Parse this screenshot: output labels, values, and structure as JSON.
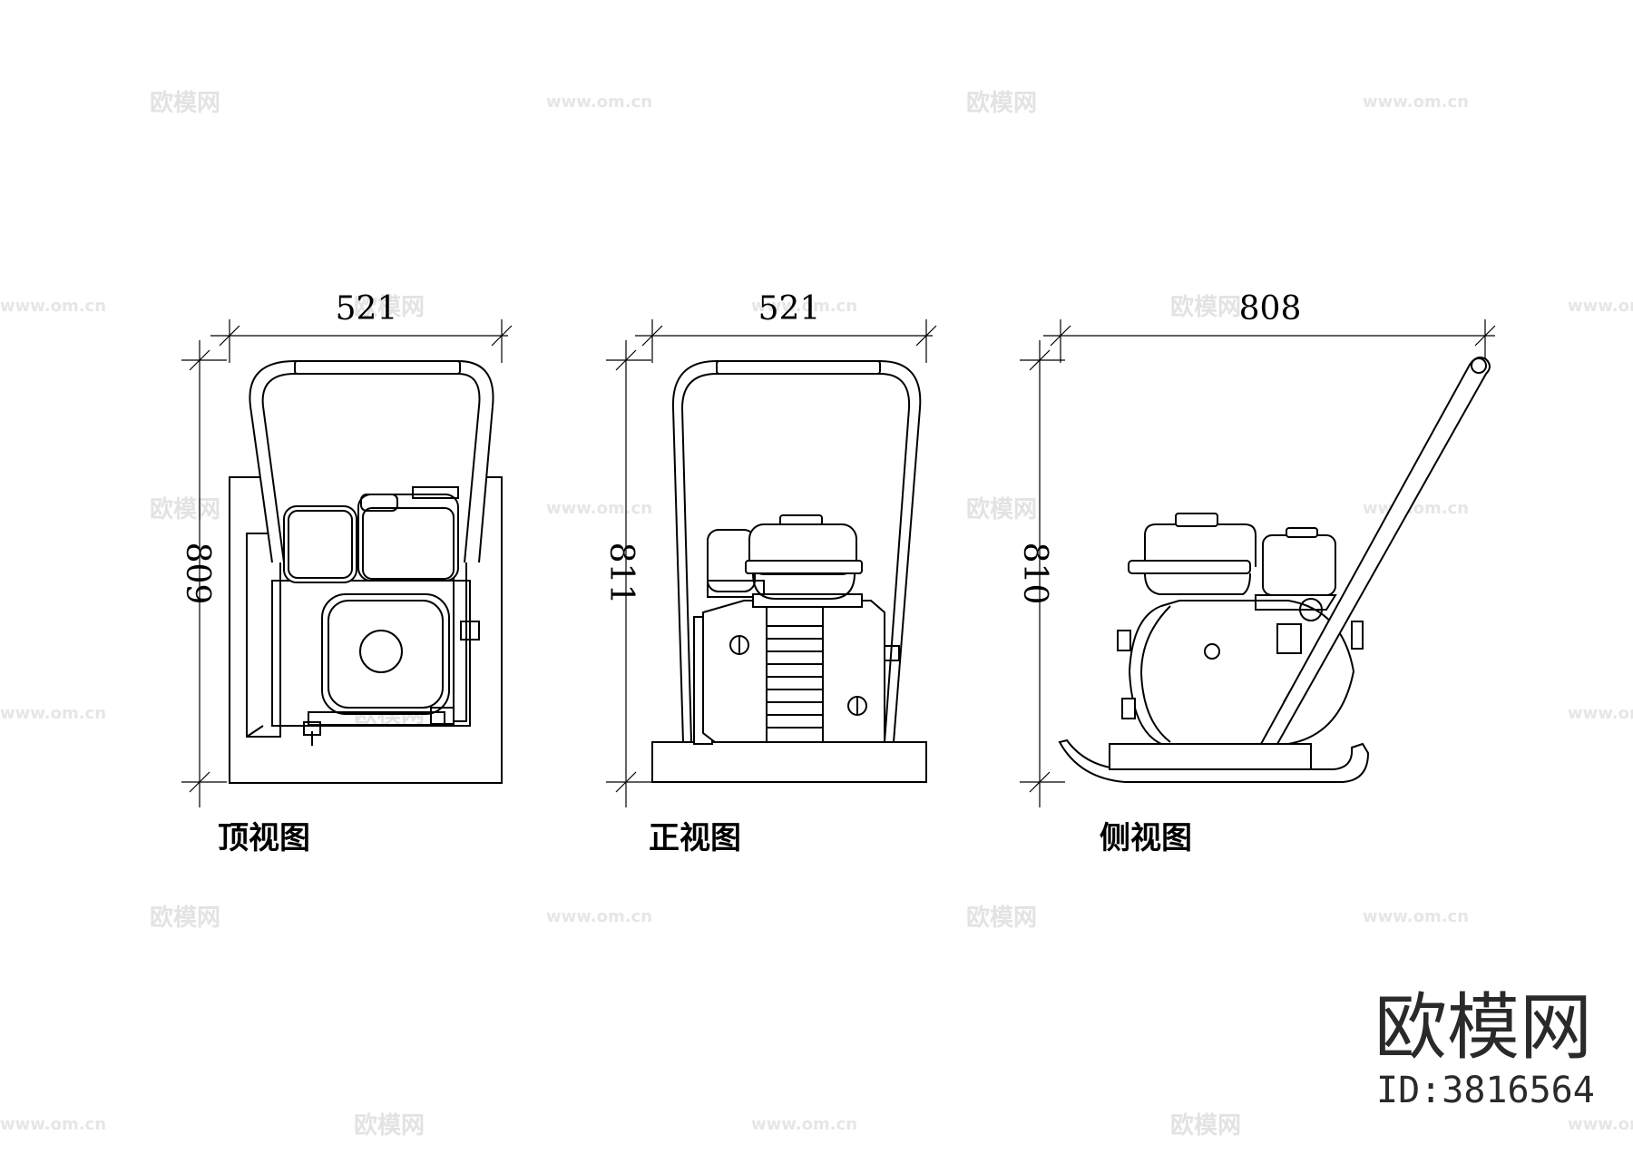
{
  "views": [
    {
      "caption": "顶视图",
      "width_dim": "521",
      "height_dim": "809"
    },
    {
      "caption": "正视图",
      "width_dim": "521",
      "height_dim": "811"
    },
    {
      "caption": "侧视图",
      "width_dim": "808",
      "height_dim": "810"
    }
  ],
  "watermark": {
    "logo_text": "欧模网",
    "url_text": "www.om.cn"
  },
  "brand": {
    "name": "欧模网",
    "id": "ID:3816564"
  }
}
